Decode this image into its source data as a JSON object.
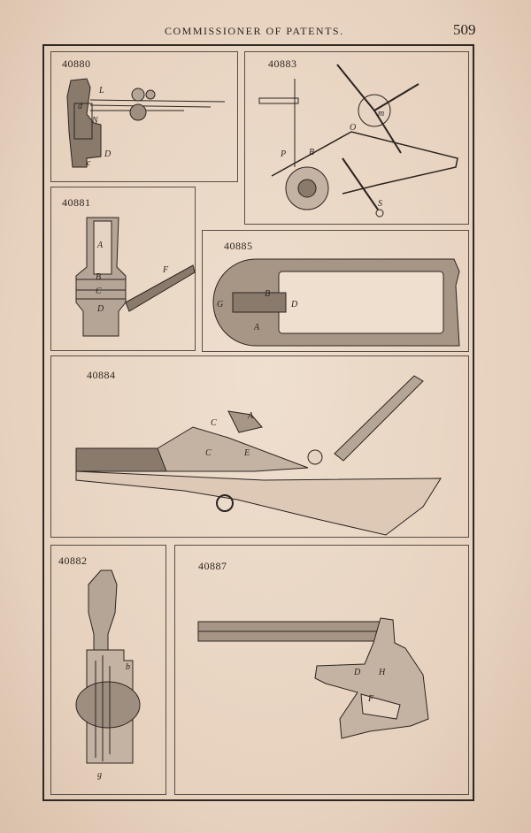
{
  "header": {
    "title": "COMMISSIONER OF PATENTS.",
    "page_number": "509"
  },
  "figures": [
    {
      "number": "40880",
      "labels": [
        "L",
        "d",
        "N",
        "D",
        "c"
      ]
    },
    {
      "number": "40883",
      "labels": [
        "m",
        "O",
        "P",
        "B",
        "S"
      ]
    },
    {
      "number": "40881",
      "labels": [
        "A",
        "B",
        "C",
        "D",
        "F"
      ]
    },
    {
      "number": "40885",
      "labels": [
        "G",
        "B",
        "D",
        "A"
      ]
    },
    {
      "number": "40884",
      "labels": [
        "C",
        "A",
        "C",
        "E"
      ]
    },
    {
      "number": "40882",
      "labels": [
        "b",
        "g"
      ]
    },
    {
      "number": "40887",
      "labels": [
        "D",
        "H",
        "F"
      ]
    }
  ]
}
